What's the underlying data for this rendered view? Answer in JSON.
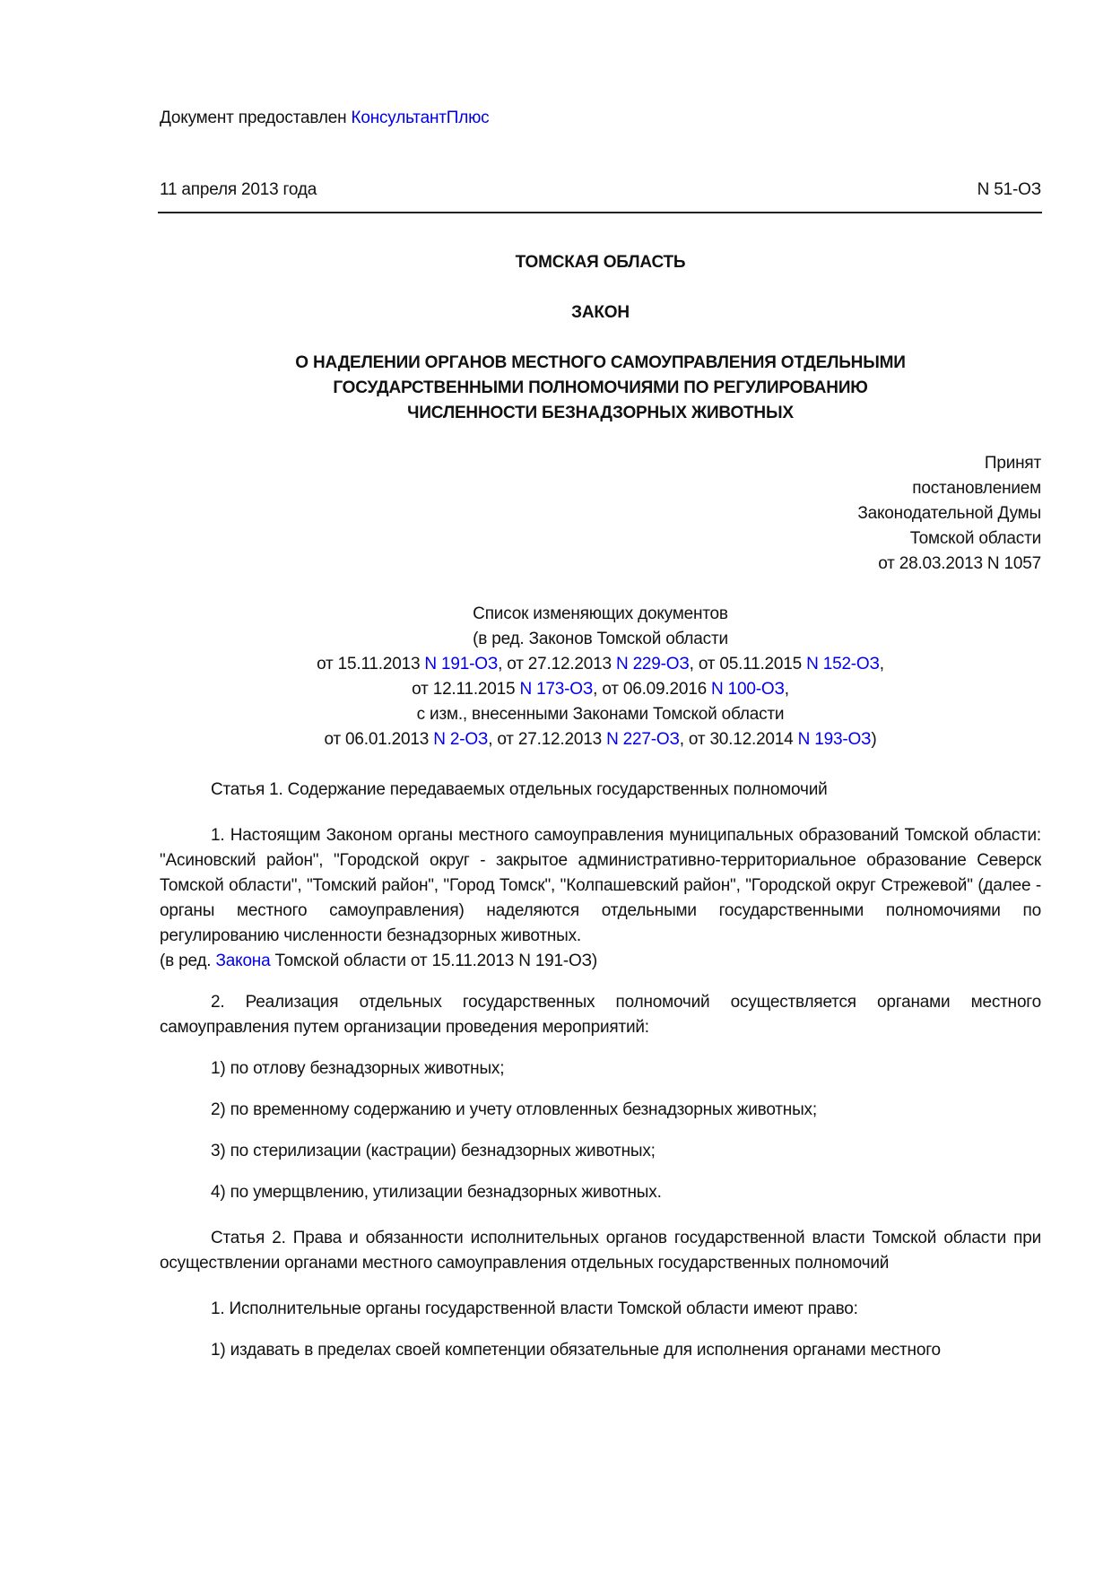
{
  "provider": {
    "prefix": "Документ предоставлен",
    "link": "КонсультантПлюс"
  },
  "date": "11 апреля 2013 года",
  "number": "N 51-ОЗ",
  "region": "ТОМСКАЯ ОБЛАСТЬ",
  "doc_type": "ЗАКОН",
  "title_lines": [
    "О НАДЕЛЕНИИ ОРГАНОВ МЕСТНОГО САМОУПРАВЛЕНИЯ ОТДЕЛЬНЫМИ",
    "ГОСУДАРСТВЕННЫМИ ПОЛНОМОЧИЯМИ ПО РЕГУЛИРОВАНИЮ",
    "ЧИСЛЕННОСТИ БЕЗНАДЗОРНЫХ ЖИВОТНЫХ"
  ],
  "adopted": [
    "Принят",
    "постановлением",
    "Законодательной Думы",
    "Томской области",
    "от 28.03.2013 N 1057"
  ],
  "changes": {
    "l1": "Список изменяющих документов",
    "l2": "(в ред. Законов Томской области",
    "l3": [
      {
        "t": "от 15.11.2013 "
      },
      {
        "l": "N 191-ОЗ"
      },
      {
        "t": ", от 27.12.2013 "
      },
      {
        "l": "N 229-ОЗ"
      },
      {
        "t": ", от 05.11.2015 "
      },
      {
        "l": "N 152-ОЗ"
      },
      {
        "t": ","
      }
    ],
    "l4": [
      {
        "t": "от 12.11.2015 "
      },
      {
        "l": "N 173-ОЗ"
      },
      {
        "t": ", от 06.09.2016 "
      },
      {
        "l": "N 100-ОЗ"
      },
      {
        "t": ","
      }
    ],
    "l5": "с изм., внесенными Законами Томской области",
    "l6": [
      {
        "t": "от 06.01.2013 "
      },
      {
        "l": "N 2-ОЗ"
      },
      {
        "t": ", от 27.12.2013 "
      },
      {
        "l": "N 227-ОЗ"
      },
      {
        "t": ", от 30.12.2014 "
      },
      {
        "l": "N 193-ОЗ"
      },
      {
        "t": ")"
      }
    ]
  },
  "art1_title": "Статья 1. Содержание передаваемых отдельных государственных полномочий",
  "art1_p1": "1. Настоящим Законом органы местного самоуправления муниципальных образований Томской области: \"Асиновский район\", \"Городской округ - закрытое административно-территориальное образование Северск Томской области\", \"Томский район\", \"Город Томск\", \"Колпашевский район\", \"Городской округ Стрежевой\" (далее - органы местного самоуправления) наделяются отдельными государственными полномочиями по регулированию численности безнадзорных животных.",
  "art1_p1_red": {
    "prefix": "(в ред. ",
    "link": "Закона",
    "suffix": " Томской области от 15.11.2013 N 191-ОЗ)"
  },
  "art1_p2": "2. Реализация отдельных государственных полномочий осуществляется органами местного самоуправления путем организации проведения мероприятий:",
  "art1_items": [
    "1) по отлову безнадзорных животных;",
    "2) по временному содержанию и учету отловленных безнадзорных животных;",
    "3) по стерилизации (кастрации) безнадзорных животных;",
    "4) по умерщвлению, утилизации безнадзорных животных."
  ],
  "art2_title": "Статья 2. Права и обязанности исполнительных органов государственной власти Томской области при осуществлении органами местного самоуправления отдельных государственных полномочий",
  "art2_p1": "1. Исполнительные органы государственной власти Томской области имеют право:",
  "art2_i1": "1) издавать в пределах своей компетенции обязательные для исполнения органами местного"
}
